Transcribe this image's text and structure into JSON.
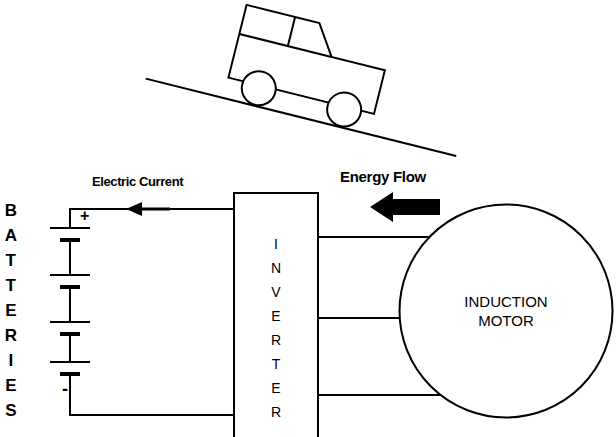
{
  "diagram": {
    "nodes": [
      {
        "text": [
          "INVERTER"
        ]
      },
      {
        "text": [
          "INDUCTION MOTOR"
        ]
      }
    ],
    "edges": [
      {
        "from": 0,
        "to": 1,
        "arrow": "none"
      },
      {
        "from": 0,
        "to": 1,
        "arrow": "none"
      },
      {
        "from": 0,
        "to": 1,
        "arrow": "none"
      }
    ],
    "labels": [
      "BATTERIES",
      "+",
      "-",
      "Electric Current",
      "Energy Flow"
    ]
  }
}
